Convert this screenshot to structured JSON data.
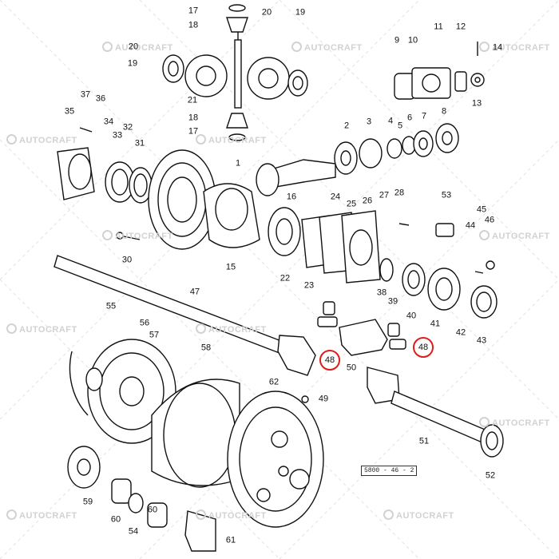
{
  "watermark": "AUTOCRAFT",
  "drawing_ref": "5800 - 46 - 2",
  "highlight_color": "#e01b1b",
  "part_numbers": {
    "p1": "1",
    "p2": "2",
    "p3": "3",
    "p4": "4",
    "p5": "5",
    "p6": "6",
    "p7": "7",
    "p8": "8",
    "p9": "9",
    "p10": "10",
    "p11": "11",
    "p12": "12",
    "p13": "13",
    "p14": "14",
    "p15": "15",
    "p16": "16",
    "p17a": "17",
    "p17b": "17",
    "p18a": "18",
    "p18b": "18",
    "p19": "19",
    "p20a": "20",
    "p20b": "20",
    "p21": "21",
    "p22": "22",
    "p23": "23",
    "p24": "24",
    "p25": "25",
    "p26": "26",
    "p27": "27",
    "p28": "28",
    "p30": "30",
    "p31": "31",
    "p32": "32",
    "p33": "33",
    "p34": "34",
    "p35": "35",
    "p36": "36",
    "p37": "37",
    "p38": "38",
    "p39": "39",
    "p40": "40",
    "p41": "41",
    "p42": "42",
    "p43": "43",
    "p44": "44",
    "p45": "45",
    "p46": "46",
    "p47": "47",
    "p48a": "48",
    "p48b": "48",
    "p49": "49",
    "p50": "50",
    "p51": "51",
    "p52": "52",
    "p53": "53",
    "p54": "54",
    "p55": "55",
    "p56": "56",
    "p57": "57",
    "p58": "58",
    "p59": "59",
    "p60a": "60",
    "p60b": "60",
    "p61": "61",
    "p62": "62"
  }
}
